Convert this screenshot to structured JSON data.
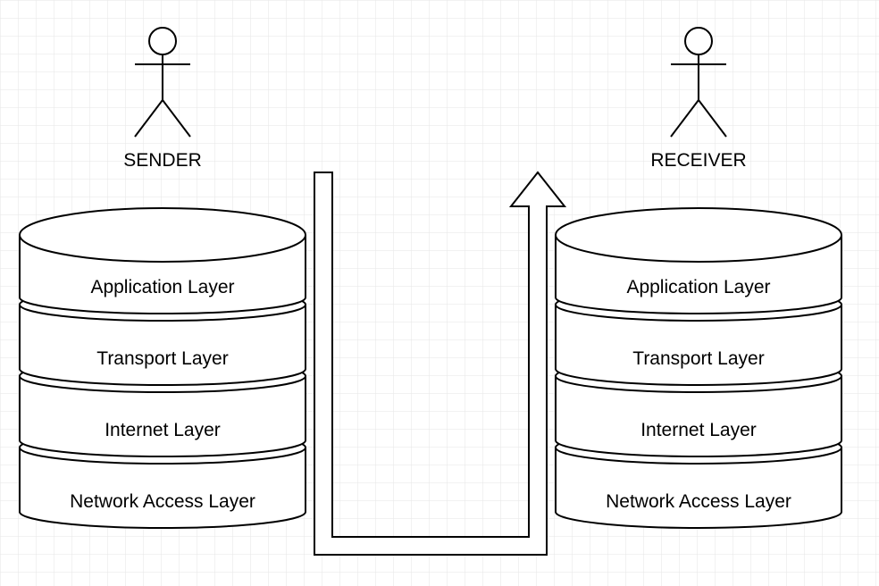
{
  "sender": {
    "label": "SENDER",
    "layers": [
      "Application Layer",
      "Transport Layer",
      "Internet Layer",
      "Network Access Layer"
    ]
  },
  "receiver": {
    "label": "RECEIVER",
    "layers": [
      "Application Layer",
      "Transport Layer",
      "Internet Layer",
      "Network Access Layer"
    ]
  },
  "colors": {
    "background": "#ffffff",
    "grid": "#e5e5e5",
    "stroke": "#000000",
    "fill": "#ffffff"
  }
}
